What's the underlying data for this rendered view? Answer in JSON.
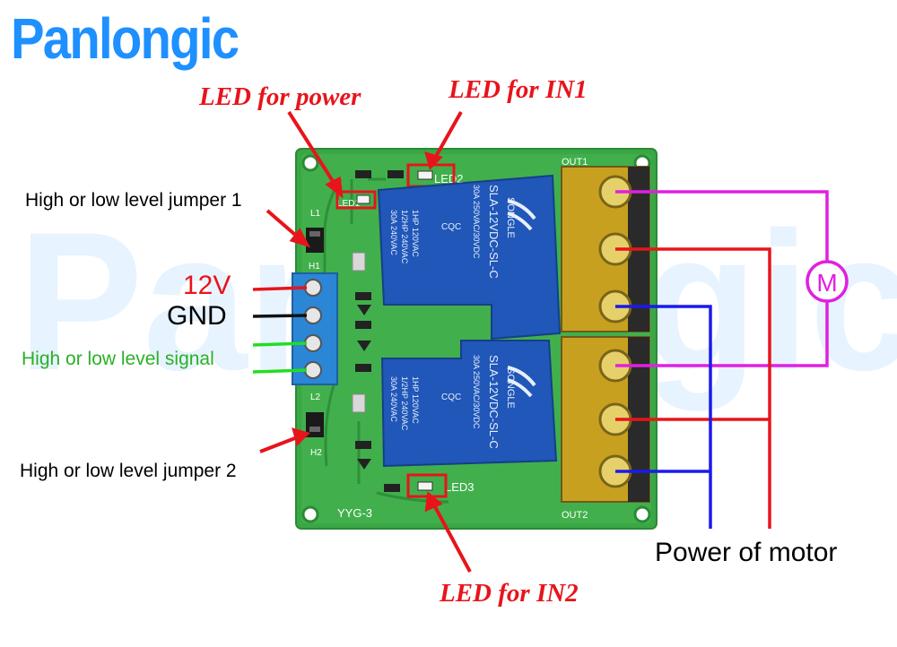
{
  "brand": {
    "name": "Panlongic",
    "color": "#1e90ff"
  },
  "labels": {
    "led_power": "LED for power",
    "led_in1": "LED for IN1",
    "led_in2": "LED for IN2",
    "jumper1": "High or low level jumper 1",
    "jumper2": "High or low level jumper 2",
    "pin_12v": "12V",
    "pin_gnd": "GND",
    "signal": "High or low level signal",
    "motor_power": "Power of motor",
    "motor_symbol": "M"
  },
  "board": {
    "silkscreen": {
      "model": "YYG-3",
      "led1": "LED1",
      "led2": "LED2",
      "led3": "LED3",
      "jumper_l1": "L1",
      "jumper_h1": "H1",
      "jumper_l2": "L2",
      "jumper_h2": "H2",
      "out1": "OUT1",
      "out2": "OUT2"
    },
    "relay": {
      "model": "SLA-12VDC-SL-C",
      "brand": "SONGLE",
      "rating1": "30A 250VAC/30VDC",
      "rating2": "1HP 120VAC",
      "rating3": "1/2HP 240VAC",
      "rating4": "30A 240VAC",
      "cert": "CQC"
    }
  },
  "colors": {
    "red": "#e8141b",
    "wire_black": "#111111",
    "wire_green": "#22dd22",
    "wire_blue": "#1a1aee",
    "wire_magenta": "#e020e0",
    "pcb": "#3aa645",
    "relay": "#2057b8",
    "terminal": "#c8a020",
    "signal_green": "#29b125"
  }
}
